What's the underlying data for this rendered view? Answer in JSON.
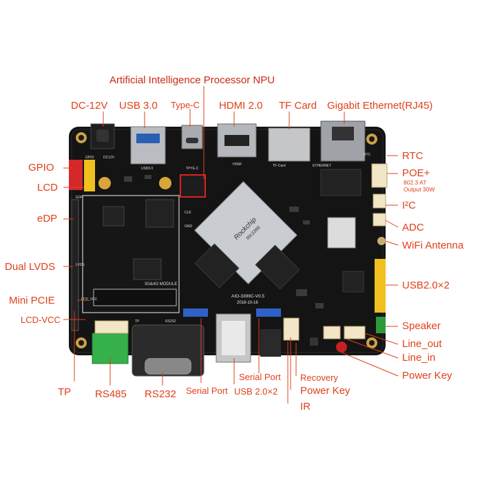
{
  "labels": {
    "npu": "Artificial Intelligence Processor NPU",
    "dc12v": "DC-12V",
    "usb30": "USB 3.0",
    "typec": "Type-C",
    "hdmi20": "HDMI 2.0",
    "tfcard": "TF Card",
    "ethernet": "Gigabit Ethernet(RJ45)",
    "gpio": "GPIO",
    "lcd": "LCD",
    "edp": "eDP",
    "dual_lvds": "Dual LVDS",
    "mini_pcie": "Mini PCIE",
    "lcd_vcc": "LCD-VCC",
    "tp": "TP",
    "rs485": "RS485",
    "rs232": "RS232",
    "serial_port_left": "Serial Port",
    "serial_port_right": "Serial Port",
    "usb20x2_bottom": "USB 2.0×2",
    "recovery": "Recovery",
    "power_key_bottom": "Power Key",
    "ir": "IR",
    "rtc": "RTC",
    "poe": "POE+",
    "poe_spec1": "802.3 AT",
    "poe_spec2": "Output 30W",
    "i2c": "I²C",
    "adc": "ADC",
    "wifi": "WiFi Antenna",
    "usb20x2_right": "USB2.0×2",
    "speaker": "Speaker",
    "line_out": "Line_out",
    "line_in": "Line_in",
    "power_key_right": "Power Key"
  },
  "board_silkscreen": {
    "chip_brand": "Rockchip",
    "chip_model": "RK3399",
    "board_name": "AIO-3399C-V0.5",
    "board_date": "2018-10-16",
    "module_text": "3G&4G MODULE",
    "gpio": "GPIO",
    "dc12v": "DC12V",
    "usb30": "USB3.0",
    "typec": "TPYE-C",
    "hdmi": "HDMI",
    "tfcard": "TF-Card",
    "ethernet": "ETHERNET",
    "rtc": "RTC",
    "edp": "EDP",
    "lvds": "LVDS",
    "lcd_vcc": "LCD_VCC",
    "tp": "TP",
    "rs232": "RS232",
    "rtc_clk": "CLK",
    "gnd": "GND"
  },
  "colors": {
    "label": "#e0401a",
    "pcb": "#141414",
    "highlight": "#e02020"
  }
}
